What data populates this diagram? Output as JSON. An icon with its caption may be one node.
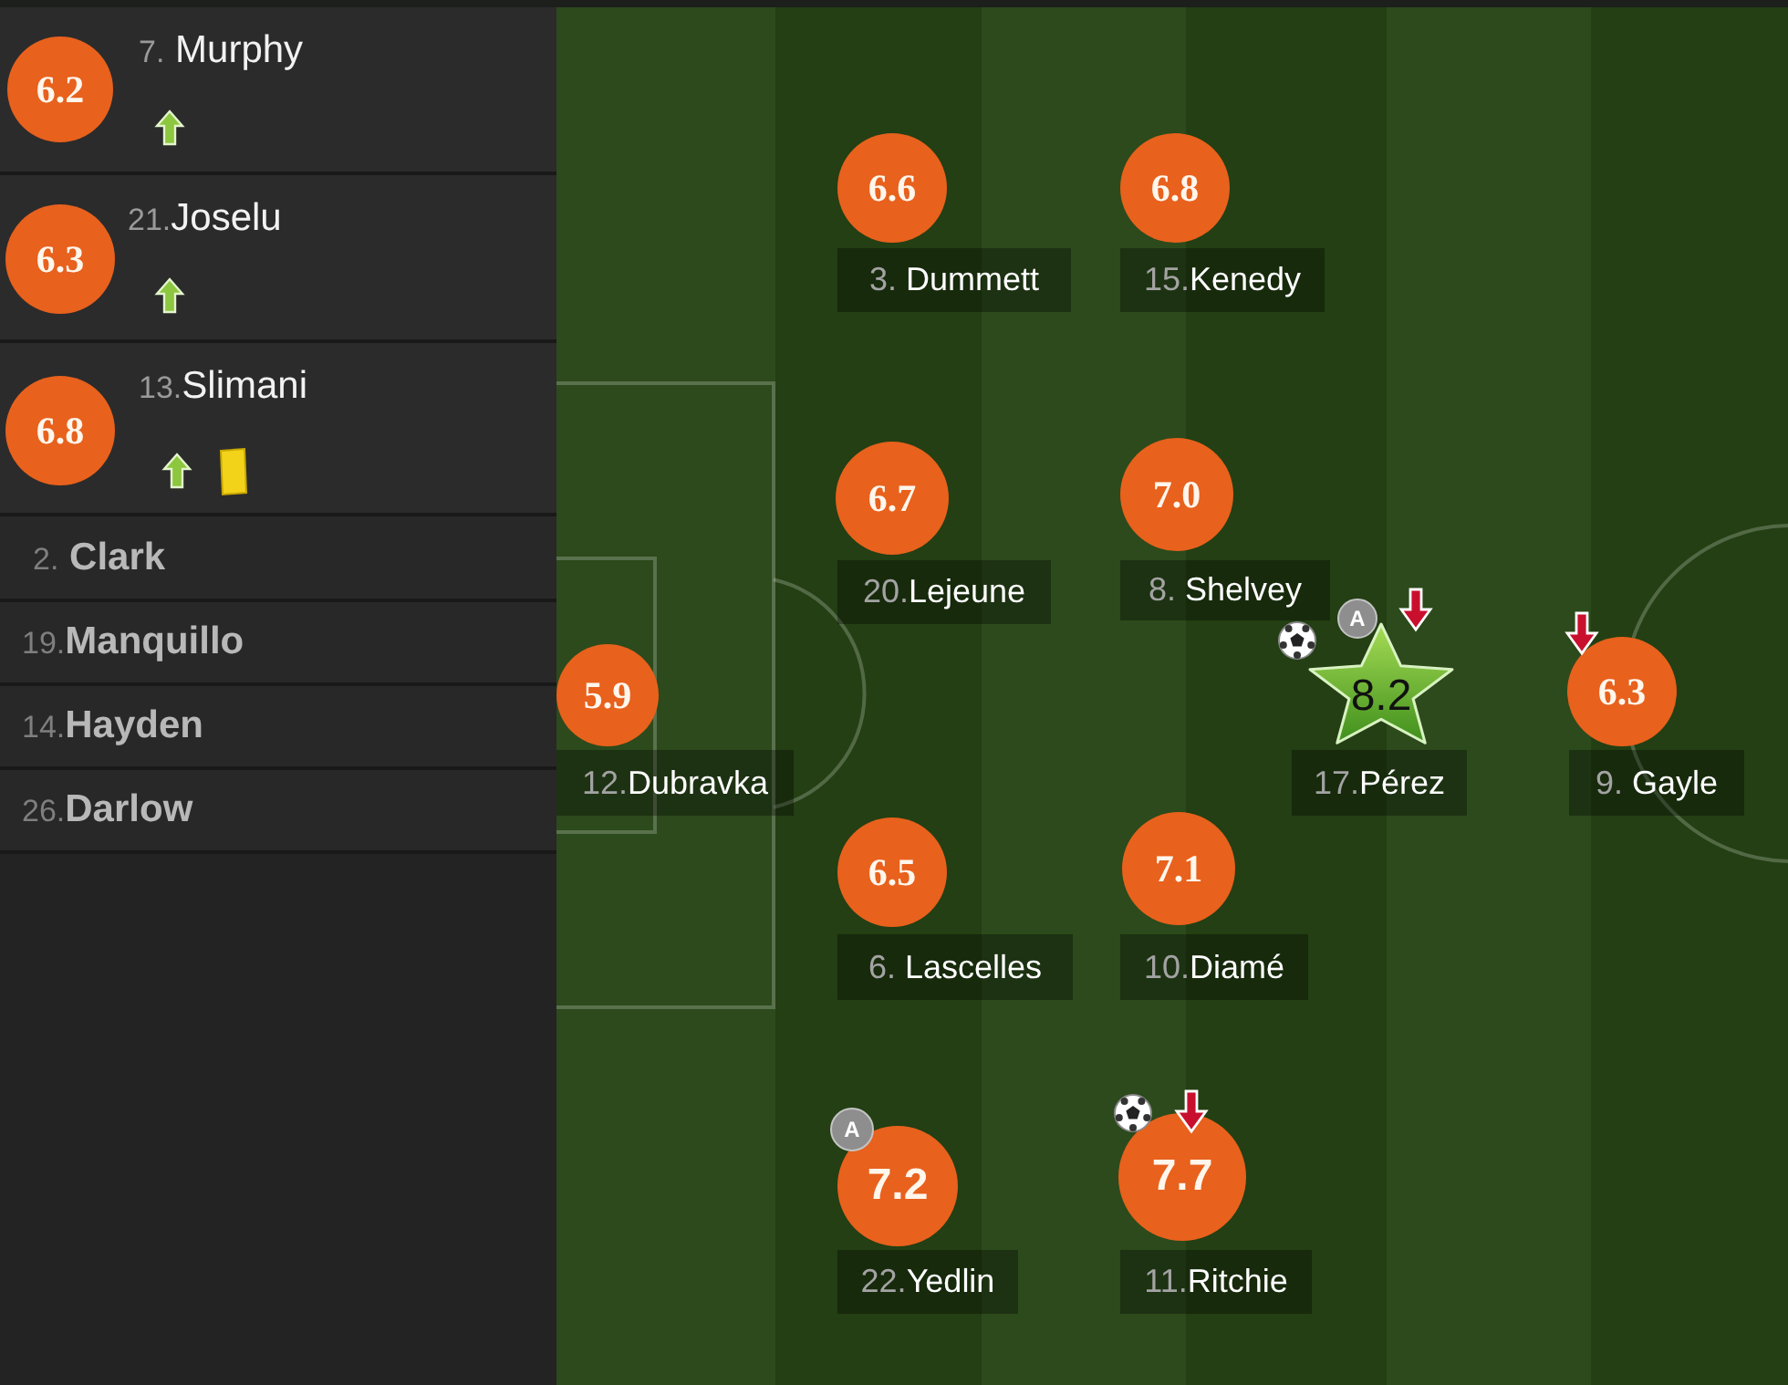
{
  "diagram": {
    "nodes": [
      {
        "text": [
          "7. Murphy"
        ]
      },
      {
        "text": [
          "6.2"
        ],
        "in": 0
      },
      {
        "text": [
          "21.Joselu"
        ]
      },
      {
        "text": [
          "6.3"
        ],
        "in": 2
      },
      {
        "text": [
          "13.Slimani"
        ]
      },
      {
        "text": [
          "6.8"
        ],
        "in": 4
      },
      {
        "text": [
          "2. Clark"
        ]
      },
      {
        "text": [
          "19.Manquillo"
        ]
      },
      {
        "text": [
          "14.Hayden"
        ]
      },
      {
        "text": [
          "26.Darlow"
        ]
      },
      {
        "text": [
          "6.6"
        ],
        "beside": [
          "3. Dummett"
        ]
      },
      {
        "text": [
          "6.8"
        ],
        "beside": [
          "15.Kenedy"
        ]
      },
      {
        "text": [
          "6.7"
        ],
        "beside": [
          "20.Lejeune"
        ]
      },
      {
        "text": [
          "7.0"
        ],
        "beside": [
          "8. Shelvey"
        ]
      },
      {
        "text": [
          "5.9"
        ],
        "beside": [
          "12.Dubravka"
        ]
      },
      {
        "text": [
          "8.2"
        ],
        "beside": [
          "17.Pérez"
        ]
      },
      {
        "text": [
          "6.3"
        ],
        "beside": [
          "9. Gayle"
        ]
      },
      {
        "text": [
          "6.5"
        ],
        "beside": [
          "6. Lascelles"
        ]
      },
      {
        "text": [
          "7.1"
        ],
        "beside": [
          "10.Diamé"
        ]
      },
      {
        "text": [
          "7.2"
        ],
        "beside": [
          "22.Yedlin"
        ]
      },
      {
        "text": [
          "7.7"
        ],
        "beside": [
          "11.Ritchie"
        ]
      }
    ],
    "labels": [
      "A",
      "A"
    ]
  }
}
